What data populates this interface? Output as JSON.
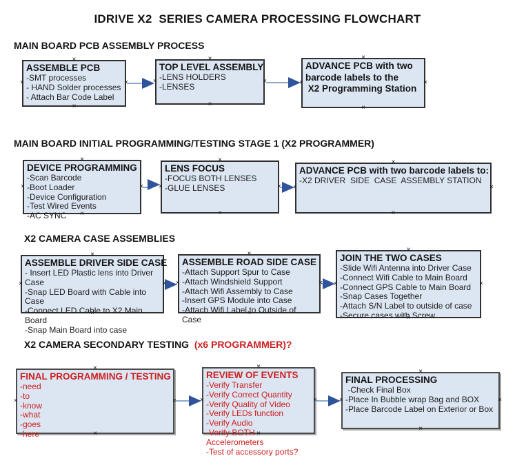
{
  "title": "IDRIVE X2  SERIES CAMERA PROCESSING FLOWCHART",
  "sections": [
    {
      "header": "MAIN BOARD PCB ASSEMBLY PROCESS"
    },
    {
      "header": "MAIN BOARD INITIAL PROGRAMMING/TESTING STAGE 1 (X2 PROGRAMMER)"
    },
    {
      "header": "X2 CAMERA CASE ASSEMBLIES"
    },
    {
      "header_black": "X2 CAMERA SECONDARY TESTING ",
      "header_red": " (x6 PROGRAMMER)?"
    }
  ],
  "boxes": {
    "assemble_pcb": {
      "title": "ASSEMBLE PCB",
      "lines": [
        "-SMT processes",
        "- HAND Solder processes",
        "- Attach Bar Code Label"
      ]
    },
    "top_level_assembly": {
      "title": "TOP LEVEL ASSEMBLY",
      "lines": [
        "-LENS HOLDERS",
        "-LENSES"
      ]
    },
    "advance_pcb_1": {
      "lines": [
        "ADVANCE PCB with two",
        "barcode labels to the",
        " X2 Programming Station"
      ]
    },
    "device_programming": {
      "title": "DEVICE PROGRAMMING",
      "lines": [
        "-Scan Barcode",
        "-Boot Loader",
        "-Device Configuration",
        "-Test Wired Events",
        "-AC SYNC"
      ]
    },
    "lens_focus": {
      "title": "LENS FOCUS",
      "lines": [
        "-FOCUS BOTH LENSES",
        "-GLUE LENSES"
      ]
    },
    "advance_pcb_2": {
      "title": "ADVANCE PCB with two barcode labels to:",
      "lines": [
        "-X2 DRIVER  SIDE  CASE  ASSEMBLY STATION"
      ]
    },
    "assemble_driver_side_case": {
      "title": "ASSEMBLE DRIVER SIDE CASE",
      "lines": [
        "- Insert LED Plastic lens into Driver Case",
        "-Snap LED Board with Cable into Case",
        "-Connect LED Cable to X2 Main Board",
        "-Snap Main Board into case"
      ]
    },
    "assemble_road_side_case": {
      "title": "ASSEMBLE ROAD SIDE CASE",
      "lines": [
        "-Attach Support Spur to Case",
        "-Attach Windshield Support",
        "-Attach Wifi Assembly to Case",
        "-Insert GPS Module into Case",
        "-Attach Wifi Label to Outside of Case"
      ]
    },
    "join_the_two_cases": {
      "title": "JOIN THE TWO CASES",
      "lines": [
        "-Slide Wifi Antenna into Driver Case",
        "-Connect Wifi Cable to Main Board",
        "-Connect GPS Cable to Main Board",
        "-Snap Cases Together",
        "-Attach S/N Label to outside of case",
        "-Secure cases with Screw"
      ]
    },
    "final_programming_testing": {
      "title": "FINAL PROGRAMMING / TESTING",
      "lines": [
        "-need",
        "-to",
        "-know",
        "-what",
        "-goes",
        "-here"
      ]
    },
    "review_of_events": {
      "title": "REVIEW OF EVENTS",
      "lines": [
        "-Verify Transfer",
        "-Verify Correct Quantity",
        "-Verify Quality of Video",
        "-Verify LEDs function",
        "-Verify Audio",
        "-Verify BOTH Accelerometers",
        "-Test of accessory ports?"
      ]
    },
    "final_processing": {
      "title": "FINAL PROCESSING",
      "lines": [
        " -Check Final Box",
        "-Place In Bubble wrap Bag and BOX",
        "-Place Barcode Label on Exterior or Box"
      ]
    }
  },
  "icons": {
    "connection_marker": "×"
  },
  "colors": {
    "box_fill": "#dce6f2",
    "box_border": "#2f2f2f",
    "red_text": "#cc1f1f",
    "connector_line": "#8fa9cc",
    "connector_arrow": "#30549b",
    "background": "#ffffff"
  }
}
